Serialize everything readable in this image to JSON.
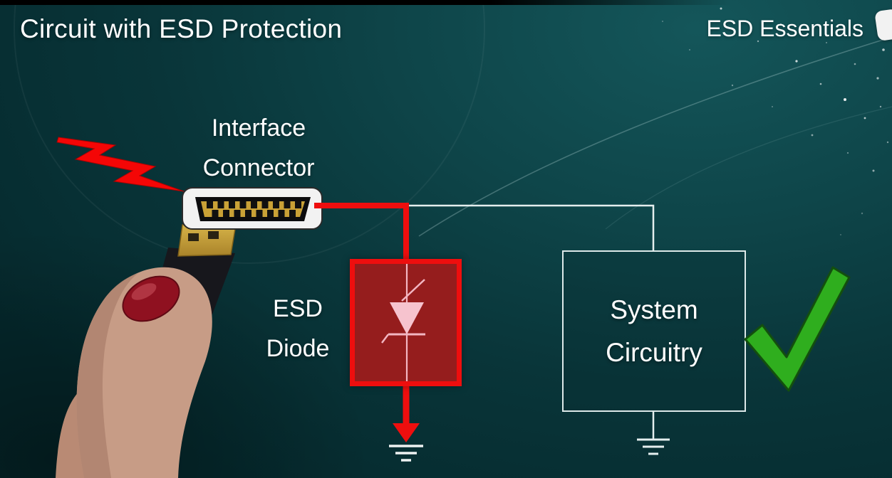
{
  "slide": {
    "title": "Circuit with ESD Protection",
    "brand": "ESD Essentials"
  },
  "labels": {
    "connector": "Interface Connector",
    "diode": "ESD Diode",
    "system": "System Circuitry"
  },
  "icons": {
    "lightning": "lightning-bolt-icon (ESD strike at connector)",
    "diode_symbol": "zener-diode-symbol (TVS protection diode)",
    "diode_ground": "ground-symbol",
    "system_ground": "ground-symbol",
    "check": "checkmark-icon (circuit protected / OK)",
    "logo": "brand-logo-icon (cropped at right edge)",
    "connector_graphic": "hdmi-port-graphic",
    "hand": "hand-holding-hdmi-plug photo"
  },
  "colors": {
    "background": "#0b3c40",
    "wire_red": "#ee0e0e",
    "diode_box_fill": "#951d1d",
    "diode_symbol_pink": "#f2b6c2",
    "wire_white": "#e4eeee",
    "check_green": "#2fae1e",
    "text": "#ffffff"
  }
}
